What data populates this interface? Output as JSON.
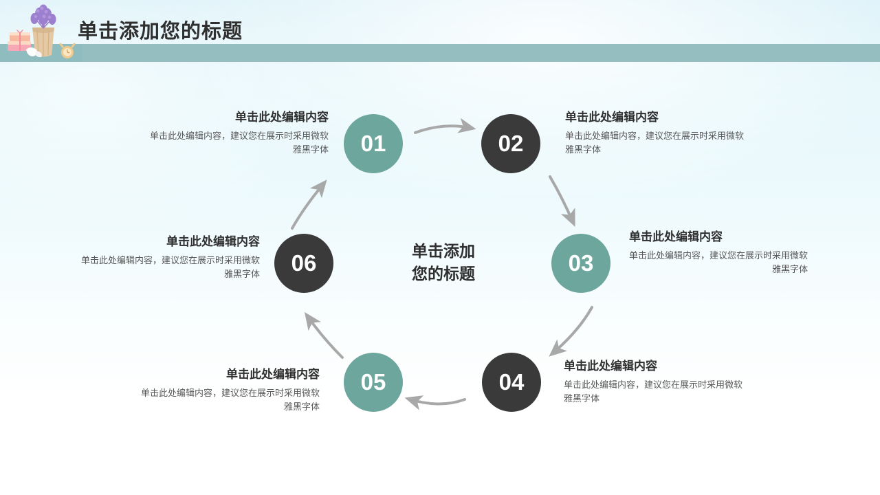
{
  "header": {
    "title": "单击添加您的标题",
    "bar_color": "#95bec0",
    "art_name": "lavender-gift-illustration"
  },
  "theme": {
    "teal": "#6ca69c",
    "dark": "#3a3a3a",
    "arrow": "#a8a8a8",
    "background_top": "#ddf2f9",
    "background_bottom": "#ffffff",
    "heading_color": "#2f2f2f",
    "body_color": "#575757"
  },
  "center": {
    "line1": "单击添加",
    "line2": "您的标题"
  },
  "steps": [
    {
      "number": "01",
      "color": "teal",
      "heading": "单击此处编辑内容",
      "body": "单击此处编辑内容，建议您在展示时采用微软雅黑字体",
      "align": "right"
    },
    {
      "number": "02",
      "color": "dark",
      "heading": "单击此处编辑内容",
      "body": "单击此处编辑内容，建议您在展示时采用微软雅黑字体",
      "align": "left"
    },
    {
      "number": "03",
      "color": "teal",
      "heading": "单击此处编辑内容",
      "body": "单击此处编辑内容，建议您在展示时采用微软雅黑字体",
      "align": "left"
    },
    {
      "number": "04",
      "color": "dark",
      "heading": "单击此处编辑内容",
      "body": "单击此处编辑内容，建议您在展示时采用微软雅黑字体",
      "align": "left"
    },
    {
      "number": "05",
      "color": "teal",
      "heading": "单击此处编辑内容",
      "body": "单击此处编辑内容，建议您在展示时采用微软雅黑字体",
      "align": "right"
    },
    {
      "number": "06",
      "color": "dark",
      "heading": "单击此处编辑内容",
      "body": "单击此处编辑内容，建议您在展示时采用微软雅黑字体",
      "align": "right"
    }
  ],
  "arrows": [
    {
      "from": "01",
      "to": "02",
      "direction": "right"
    },
    {
      "from": "02",
      "to": "03",
      "direction": "down-right"
    },
    {
      "from": "03",
      "to": "04",
      "direction": "down-left"
    },
    {
      "from": "04",
      "to": "05",
      "direction": "left"
    },
    {
      "from": "05",
      "to": "06",
      "direction": "up-left"
    },
    {
      "from": "06",
      "to": "01",
      "direction": "up-right"
    }
  ]
}
